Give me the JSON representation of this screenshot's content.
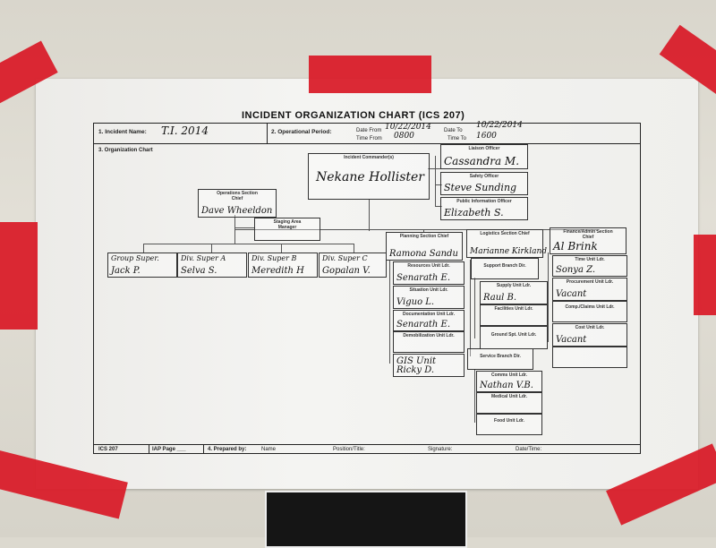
{
  "chart_data": {
    "type": "org-chart",
    "title": "INCIDENT ORGANIZATION CHART (ICS 207)",
    "header": {
      "incident_name_label": "1. Incident Name:",
      "incident_name": "T.I. 2014",
      "op_period_label": "2. Operational Period:",
      "date_from_label": "Date From",
      "date_from": "10/22/2014",
      "date_to_label": "Date To",
      "date_to": "10/22/2014",
      "time_from_label": "Time From",
      "time_from": "0800",
      "time_to_label": "Time To",
      "time_to": "1600",
      "section_label": "3. Organization Chart"
    },
    "nodes": {
      "ic": {
        "role": "Incident Commander(s)",
        "name": "Nekane Hollister"
      },
      "liaison": {
        "role": "Liaison Officer",
        "name": "Cassandra M."
      },
      "safety": {
        "role": "Safety Officer",
        "name": "Steve Sunding"
      },
      "pio": {
        "role": "Public Information Officer",
        "name": "Elizabeth S."
      },
      "ops": {
        "role": "Operations Section Chief",
        "name": "Dave Wheeldon"
      },
      "staging": {
        "role": "Staging Area Manager",
        "name": ""
      },
      "planning": {
        "role": "Planning Section Chief",
        "name": "Ramona Sandu"
      },
      "logistics": {
        "role": "Logistics Section Chief",
        "name": "Marianne Kirkland"
      },
      "finance": {
        "role": "Finance/Admin Section Chief",
        "name": "Al Brink"
      },
      "div1": {
        "role": "Group Super.",
        "name": "Jack P."
      },
      "div2": {
        "role": "Div. Super A",
        "name": "Selva S."
      },
      "div3": {
        "role": "Div. Super B",
        "name": "Meredith H"
      },
      "div4": {
        "role": "Div. Super C",
        "name": "Gopalan V."
      },
      "resources": {
        "role": "Resources Unit Ldr.",
        "name": "Senarath E."
      },
      "situation": {
        "role": "Situation Unit Ldr.",
        "name": "Viguo L."
      },
      "documentation": {
        "role": "Documentation Unit Ldr.",
        "name": "Senarath E."
      },
      "demob": {
        "role": "Demobilization Unit Ldr.",
        "name": ""
      },
      "gis": {
        "role": "",
        "name": "GIS Unit Ricky D."
      },
      "support_branch": {
        "role": "Support Branch Dir.",
        "name": ""
      },
      "supply": {
        "role": "Supply Unit Ldr.",
        "name": "Raul B."
      },
      "facilities": {
        "role": "Facilities Unit Ldr.",
        "name": ""
      },
      "ground": {
        "role": "Ground Spt. Unit Ldr.",
        "name": ""
      },
      "service_branch": {
        "role": "Service Branch Dir.",
        "name": ""
      },
      "comms": {
        "role": "Comms Unit Ldr.",
        "name": "Nathan V.B."
      },
      "medical": {
        "role": "Medical Unit Ldr.",
        "name": ""
      },
      "food": {
        "role": "Food Unit Ldr.",
        "name": ""
      },
      "time": {
        "role": "Time Unit Ldr.",
        "name": "Sonya Z."
      },
      "procurement": {
        "role": "Procurement Unit Ldr.",
        "name": "Vacant"
      },
      "comp": {
        "role": "Comp./Claims Unit Ldr.",
        "name": ""
      },
      "cost": {
        "role": "Cost Unit Ldr.",
        "name": "Vacant"
      }
    },
    "footer": {
      "form": "ICS 207",
      "iap": "IAP Page ___",
      "prepared": "4. Prepared by:",
      "name": "Name",
      "position": "Position/Title:",
      "signature": "Signature:",
      "date_time": "Date/Time:"
    }
  }
}
